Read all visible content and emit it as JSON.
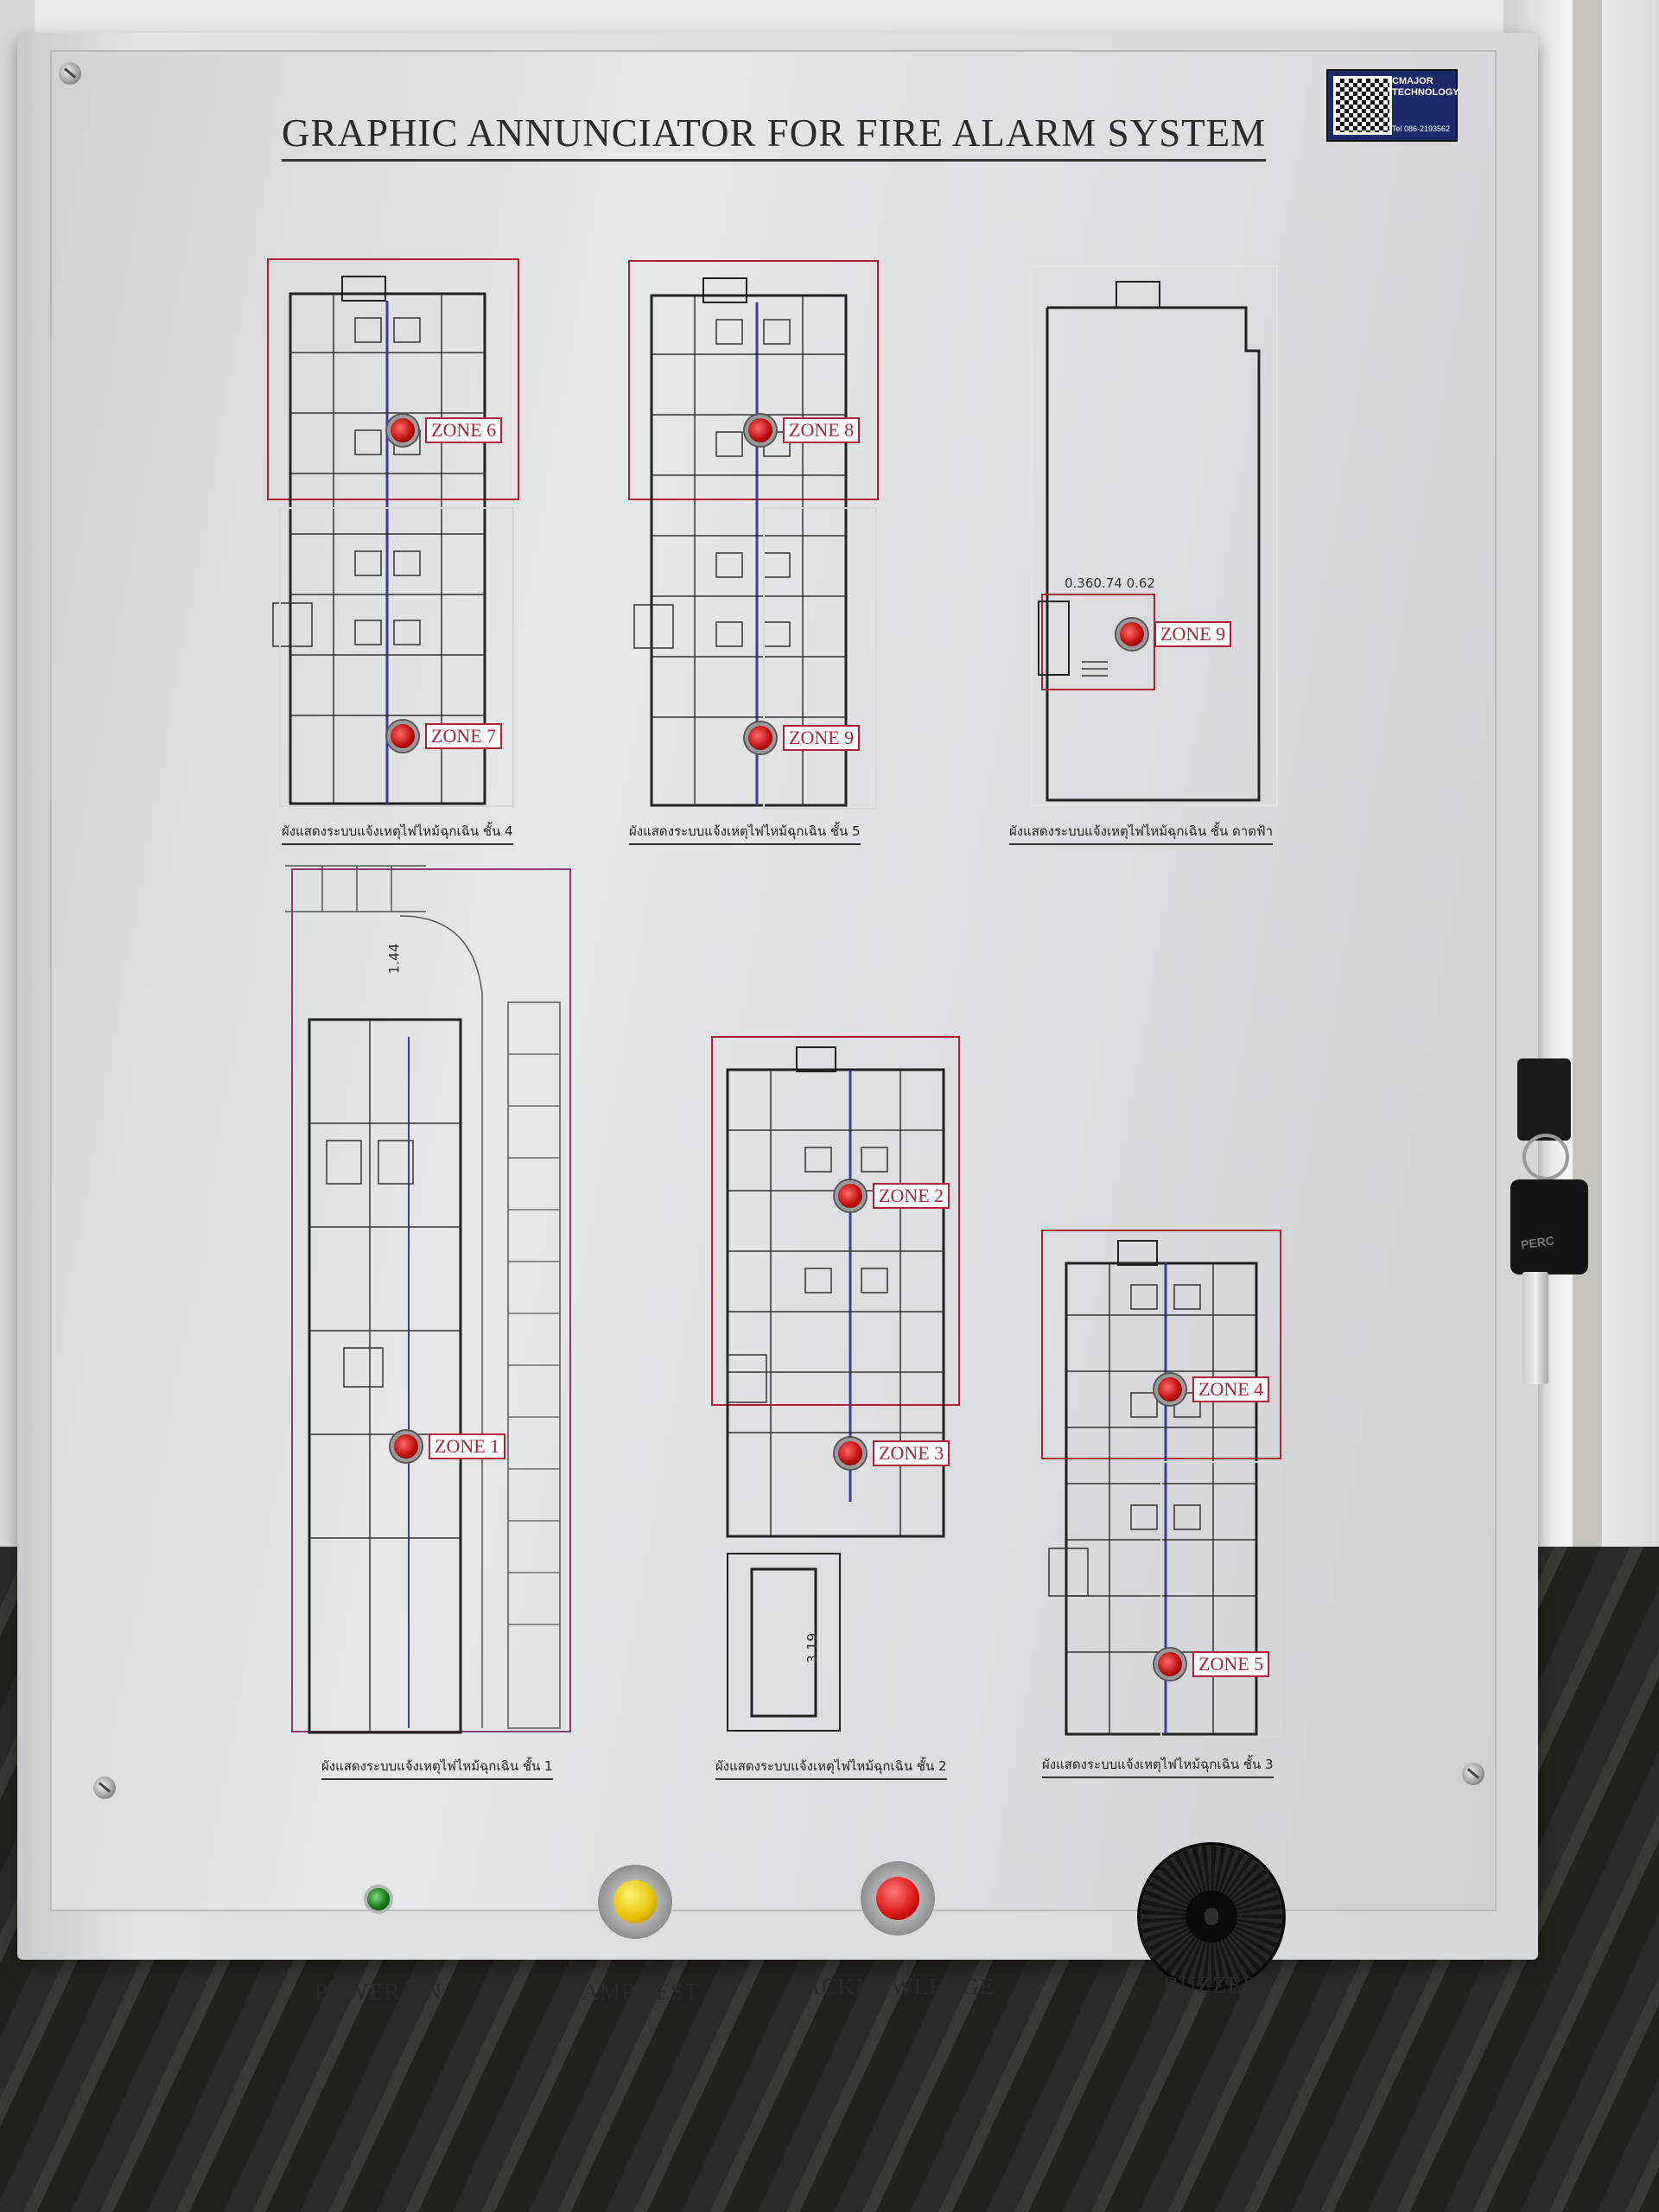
{
  "panel": {
    "title": "GRAPHIC ANNUNCIATOR FOR FIRE ALARM SYSTEM",
    "logo": {
      "brand_line1": "CMAJOR",
      "brand_line2": "TECHNOLOGY",
      "phone": "Tel 086-2193562"
    }
  },
  "floor_plans": [
    {
      "caption": "ผังแสดงระบบแจ้งเหตุไฟไหม้ฉุกเฉิน ชั้น 4",
      "zones": [
        "ZONE 6",
        "ZONE 7"
      ]
    },
    {
      "caption": "ผังแสดงระบบแจ้งเหตุไฟไหม้ฉุกเฉิน ชั้น 5",
      "zones": [
        "ZONE 8",
        "ZONE 9"
      ]
    },
    {
      "caption": "ผังแสดงระบบแจ้งเหตุไฟไหม้ฉุกเฉิน ชั้น ดาดฟ้า",
      "zones": [
        "ZONE 9"
      ],
      "dimension_text": "0.360.74 0.62"
    },
    {
      "caption": "ผังแสดงระบบแจ้งเหตุไฟไหม้ฉุกเฉิน ชั้น 1",
      "zones": [
        "ZONE 1"
      ],
      "dimension_text": "1.44"
    },
    {
      "caption": "ผังแสดงระบบแจ้งเหตุไฟไหม้ฉุกเฉิน ชั้น 2",
      "zones": [
        "ZONE 2",
        "ZONE 3"
      ],
      "dimension_text": "3.19"
    },
    {
      "caption": "ผังแสดงระบบแจ้งเหตุไฟไหม้ฉุกเฉิน ชั้น 3",
      "zones": [
        "ZONE 4",
        "ZONE 5"
      ]
    }
  ],
  "controls": {
    "power_on": "POWER ON",
    "lamp_test": "LAMP TEST",
    "acknowledge": "ACKNOWLEDGE",
    "buzzer": "BUZZER"
  },
  "key": {
    "brand": "PERC"
  },
  "colors": {
    "zone_border": "#b0203a",
    "zone_lamp": "#d81414",
    "lamp_test_button": "#e5c100",
    "acknowledge_button": "#d81414",
    "power_led": "#107010",
    "panel": "#dcdde0"
  }
}
